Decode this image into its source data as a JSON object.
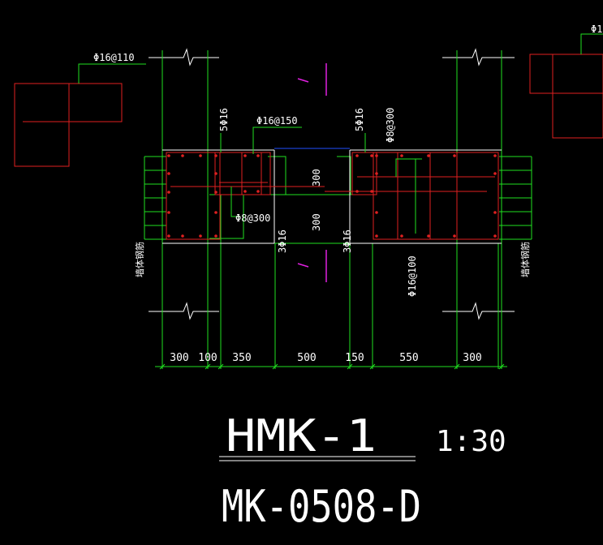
{
  "colors": {
    "background": "#000000",
    "concrete_outline": "#FFFFFF",
    "rebar_red": "#E02020",
    "dimension_green": "#20E020",
    "label_white": "#FFFFFF",
    "section_mark_magenta": "#E020E0",
    "centerline_blue": "#2050FF"
  },
  "drawing": {
    "title": "HMK-1",
    "scale": "1:30",
    "subtitle": "MK-0508-D"
  },
  "labels": {
    "top_left_bar": "Φ16@110",
    "top_right_bar": "Φ1",
    "left_column_bars": "5Φ16",
    "right_column_bars": "5Φ16",
    "beam_top_bars": "Φ16@150",
    "right_stirrup": "Φ8@300",
    "beam_stirrup": "Φ8@300",
    "beam_bottom_left": "3Φ16",
    "beam_bottom_right": "3Φ16",
    "right_bottom_bar": "Φ16@100",
    "left_wall_note": "墙体钢筋",
    "right_wall_note": "墙体钢筋",
    "opening_dim_upper": "300",
    "opening_dim_lower": "300"
  },
  "dimensions": [
    "300",
    "100",
    "350",
    "500",
    "150",
    "550",
    "300"
  ]
}
